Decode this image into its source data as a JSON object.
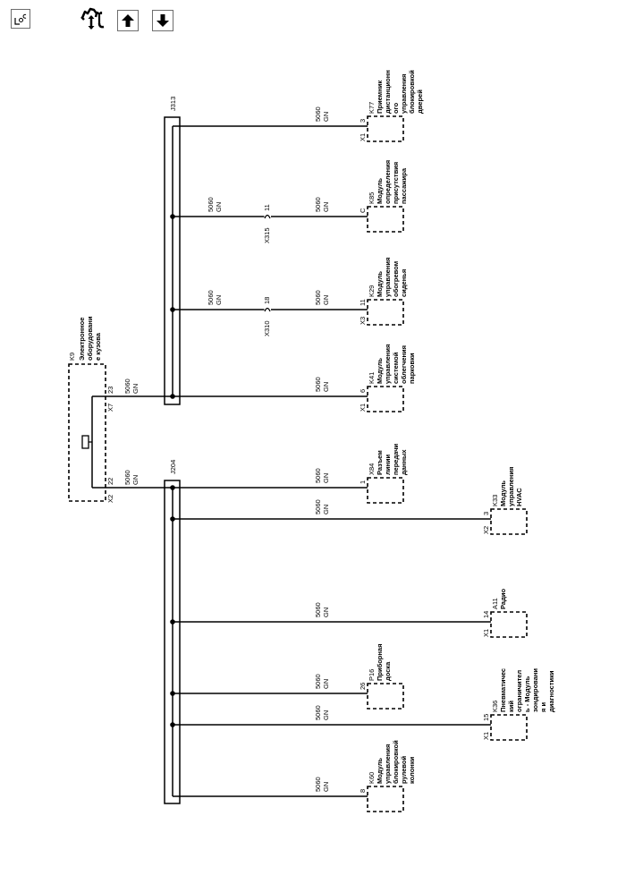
{
  "toolbar": {
    "loc_button": {
      "icon": "loc-icon"
    },
    "hydraulic_button": {
      "icon": "hydraulic-wrench-icon"
    },
    "up_button": {
      "icon": "arrow-up-icon"
    },
    "down_button": {
      "icon": "arrow-down-icon"
    }
  },
  "splices": {
    "j313": "J313",
    "j204": "J204"
  },
  "k9": {
    "id": "K9",
    "name_lines": [
      "Электронное",
      "оборудовани",
      "е кузова"
    ],
    "upper": {
      "connector": "X7",
      "pin": "23",
      "circuit": "5060",
      "color": "GN"
    },
    "lower": {
      "connector": "X2",
      "pin": "22",
      "circuit": "5060",
      "color": "GN"
    }
  },
  "j313_branches": [
    {
      "id": "K77",
      "name_lines": [
        "Приемник",
        "дистанционн",
        "ого",
        "управления",
        "блокировкой",
        "дверей"
      ],
      "connector": "X1",
      "pin": "3",
      "circuit": "5060",
      "color": "GN"
    },
    {
      "id": "K85",
      "name_lines": [
        "Модуль",
        "определения",
        "присутствия",
        "пассажира"
      ],
      "connector": "",
      "pin": "C",
      "circuit": "5060",
      "color": "GN",
      "inline": {
        "connector": "X315",
        "pin": "11",
        "circuit": "5060",
        "color": "GN"
      }
    },
    {
      "id": "K29",
      "name_lines": [
        "Модуль",
        "управления",
        "обогревом",
        "сиденья"
      ],
      "connector": "X3",
      "pin": "11",
      "circuit": "5060",
      "color": "GN",
      "inline": {
        "connector": "X310",
        "pin": "18",
        "circuit": "5060",
        "color": "GN"
      }
    },
    {
      "id": "K41",
      "name_lines": [
        "Модуль",
        "управления",
        "системой",
        "облегчения",
        "парковки"
      ],
      "connector": "X1",
      "pin": "6",
      "circuit": "5060",
      "color": "GN"
    }
  ],
  "j204_branches": [
    {
      "id": "X84",
      "name_lines": [
        "Разъем",
        "линии",
        "передачи",
        "данных"
      ],
      "connector": "",
      "pin": "1",
      "circuit": "5060",
      "color": "GN"
    },
    {
      "id": "K33",
      "name_lines": [
        "Модуль",
        "управления",
        "HVAC"
      ],
      "connector": "X2",
      "pin": "3",
      "circuit": "5060",
      "color": "GN"
    },
    {
      "id": "A11",
      "name_lines": [
        "Радио"
      ],
      "connector": "X1",
      "pin": "14",
      "circuit": "5060",
      "color": "GN"
    },
    {
      "id": "P16",
      "name_lines": [
        "Приборная",
        "доска"
      ],
      "connector": "",
      "pin": "26",
      "circuit": "5060",
      "color": "GN"
    },
    {
      "id": "K36",
      "name_lines": [
        "Пневматичес",
        "кий",
        "ограничител",
        "ь - Модуль",
        "зондировани",
        "я и",
        "диагностики"
      ],
      "connector": "X1",
      "pin": "15",
      "circuit": "5060",
      "color": "GN"
    },
    {
      "id": "K60",
      "name_lines": [
        "Модуль",
        "управления",
        "блокировкой",
        "рулевой",
        "колонки"
      ],
      "connector": "",
      "pin": "8",
      "circuit": "5060",
      "color": "GN"
    }
  ],
  "colors": {
    "line": "#000000",
    "button_border": "#6e6e6e"
  }
}
